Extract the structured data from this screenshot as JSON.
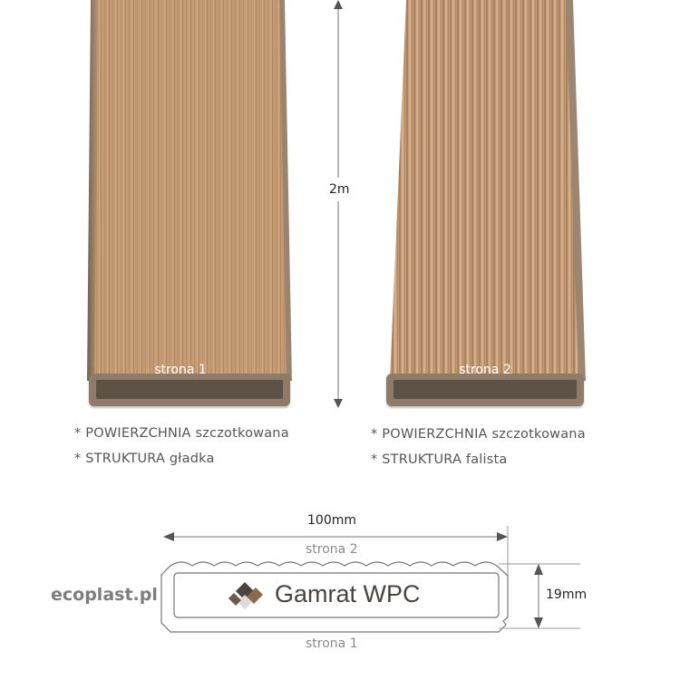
{
  "boards": [
    {
      "side_label": "strona 1",
      "surface": "POWIERZCHNIA",
      "surface_value": "szczotkowana",
      "structure": "STRUKTURA",
      "structure_value": "gładka"
    },
    {
      "side_label": "strona 2",
      "surface": "POWIERZCHNIA",
      "surface_value": "szczotkowana",
      "structure": "STRUKTURA",
      "structure_value": "falista"
    }
  ],
  "feature_bullet": "*",
  "dimensions": {
    "length": "2m",
    "width": "100mm",
    "thickness": "19mm"
  },
  "cross_section": {
    "top_label": "strona 2",
    "bottom_label": "strona 1",
    "logo_text": "Gamrat WPC"
  },
  "brand": "ecoplast.pl",
  "colors": {
    "board_face": "#c39a72",
    "board_end": "#8f7c68",
    "board_hollow": "#5e5247",
    "text_gray": "#555555",
    "logo_dark": "#4a4340",
    "logo_brown": "#8a6a4f"
  }
}
